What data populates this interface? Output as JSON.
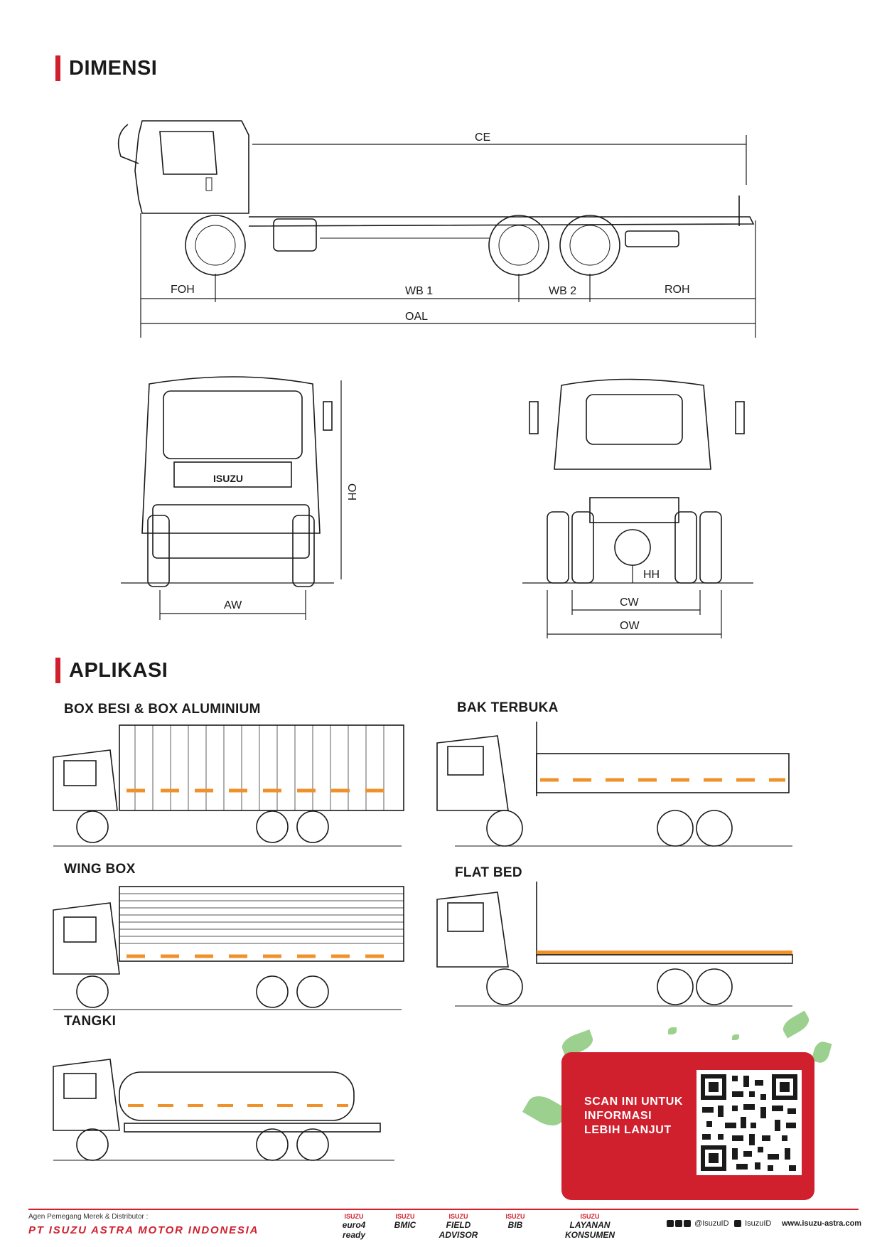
{
  "sections": {
    "dimensi": "DIMENSI",
    "aplikasi": "APLIKASI"
  },
  "dimensions": {
    "ce": "CE",
    "foh": "FOH",
    "wb1": "WB 1",
    "wb2": "WB 2",
    "roh": "ROH",
    "oal": "OAL",
    "oh": "OH",
    "aw": "AW",
    "hh": "HH",
    "cw": "CW",
    "ow": "OW"
  },
  "front_badge": "ISUZU",
  "applications": [
    "BOX BESI & BOX ALUMINIUM",
    "BAK TERBUKA",
    "WING BOX",
    "FLAT BED",
    "TANGKI"
  ],
  "qr": {
    "text": "SCAN INI UNTUK INFORMASI LEBIH LANJUT"
  },
  "footer": {
    "caption": "Agen Pemegang Merek & Distributor :",
    "company": "PT ISUZU ASTRA MOTOR INDONESIA",
    "logos": [
      {
        "brand": "ISUZU",
        "name": "euro4 ready"
      },
      {
        "brand": "ISUZU",
        "name": "BMIC"
      },
      {
        "brand": "ISUZU",
        "name": "FIELD ADVISOR"
      },
      {
        "brand": "ISUZU",
        "name": "BIB"
      },
      {
        "brand": "ISUZU",
        "name": "LAYANAN KONSUMEN"
      }
    ],
    "social_handle": "@IsuzuID",
    "youtube_handle": "IsuzuID",
    "website": "www.isuzu-astra.com"
  },
  "colors": {
    "accent": "#d0202e",
    "stripe": "#f0922b",
    "leaf": "#8bc87a"
  }
}
